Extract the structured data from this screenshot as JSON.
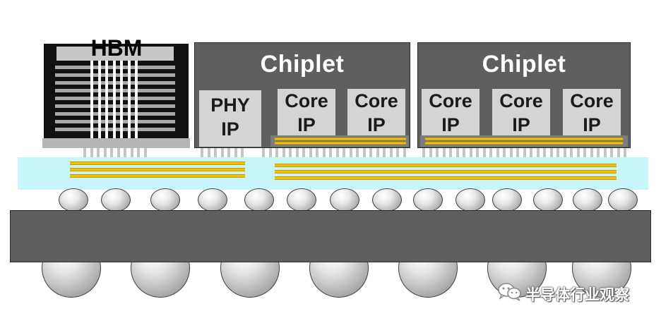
{
  "hbm": {
    "label": "HBM"
  },
  "chiplets": [
    {
      "label": "Chiplet",
      "blocks": [
        {
          "line1": "PHY",
          "line2": "IP"
        },
        {
          "line1": "Core",
          "line2": "IP"
        },
        {
          "line1": "Core",
          "line2": "IP"
        }
      ]
    },
    {
      "label": "Chiplet",
      "blocks": [
        {
          "line1": "Core",
          "line2": "IP"
        },
        {
          "line1": "Core",
          "line2": "IP"
        },
        {
          "line1": "Core",
          "line2": "IP"
        }
      ]
    }
  ],
  "watermark": {
    "text": "半导体行业观察",
    "icon": "wechat-icon"
  },
  "colors": {
    "chip_body": "#5f5f5f",
    "interposer": "#c9f6fb",
    "wiring": "#f1c200",
    "substrate": "#5f5f5f",
    "hbm_stack": "#111111"
  }
}
